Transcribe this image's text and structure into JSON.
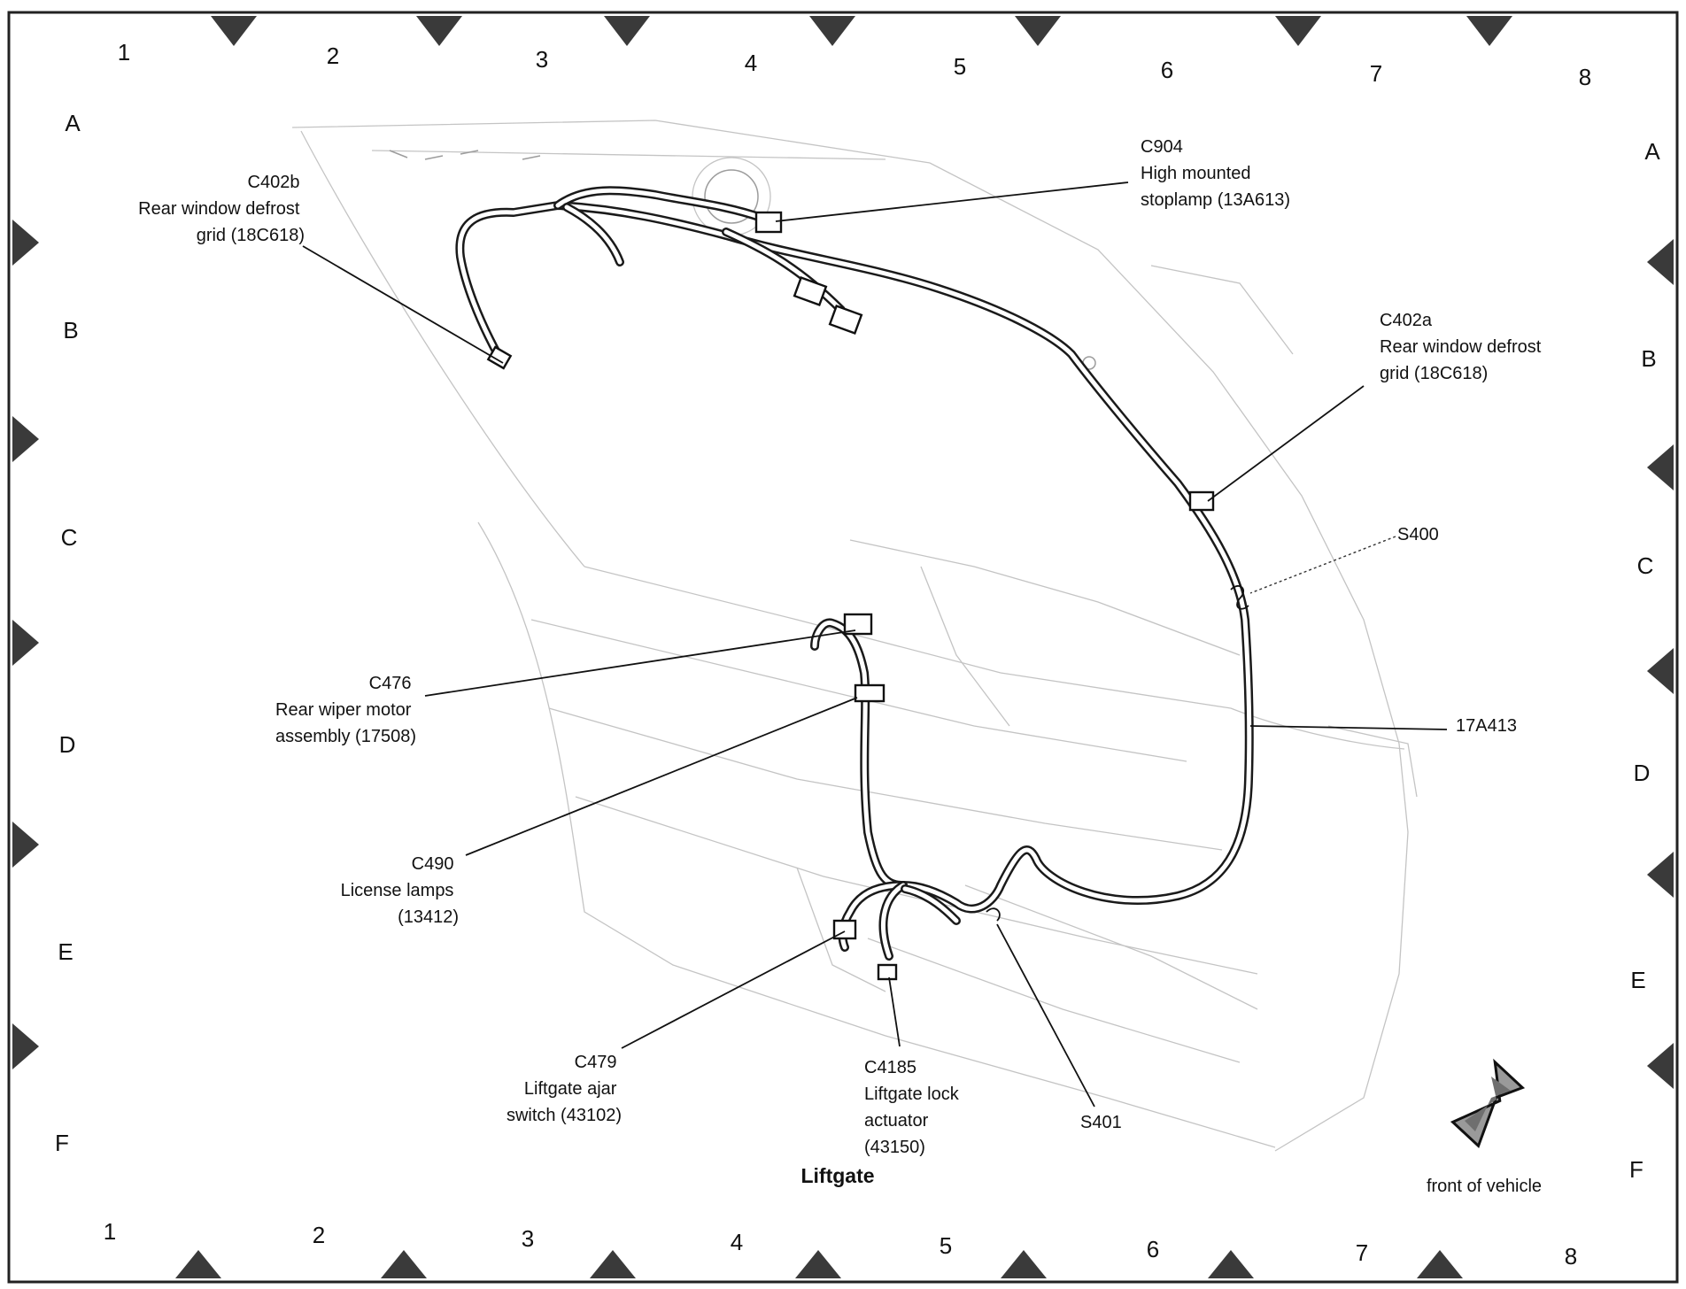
{
  "grid": {
    "columns": [
      "1",
      "2",
      "3",
      "4",
      "5",
      "6",
      "7",
      "8"
    ],
    "rows": [
      "A",
      "B",
      "C",
      "D",
      "E",
      "F"
    ]
  },
  "title": "Liftgate",
  "front_label": "front of vehicle",
  "callouts": {
    "c904": [
      "C904",
      "High mounted",
      "stoplamp (13A613)"
    ],
    "c402b": [
      "C402b",
      "Rear window defrost",
      "grid (18C618)"
    ],
    "c402a": [
      "C402a",
      "Rear window defrost",
      "grid (18C618)"
    ],
    "s400": [
      "S400"
    ],
    "c476": [
      "C476",
      "Rear wiper motor",
      "assembly (17508)"
    ],
    "harness": [
      "17A413"
    ],
    "c490": [
      "C490",
      "License lamps",
      "(13412)"
    ],
    "c479": [
      "C479",
      "Liftgate ajar",
      "switch (43102)"
    ],
    "c4185": [
      "C4185",
      "Liftgate lock",
      "actuator",
      "(43150)"
    ],
    "s401": [
      "S401"
    ]
  }
}
